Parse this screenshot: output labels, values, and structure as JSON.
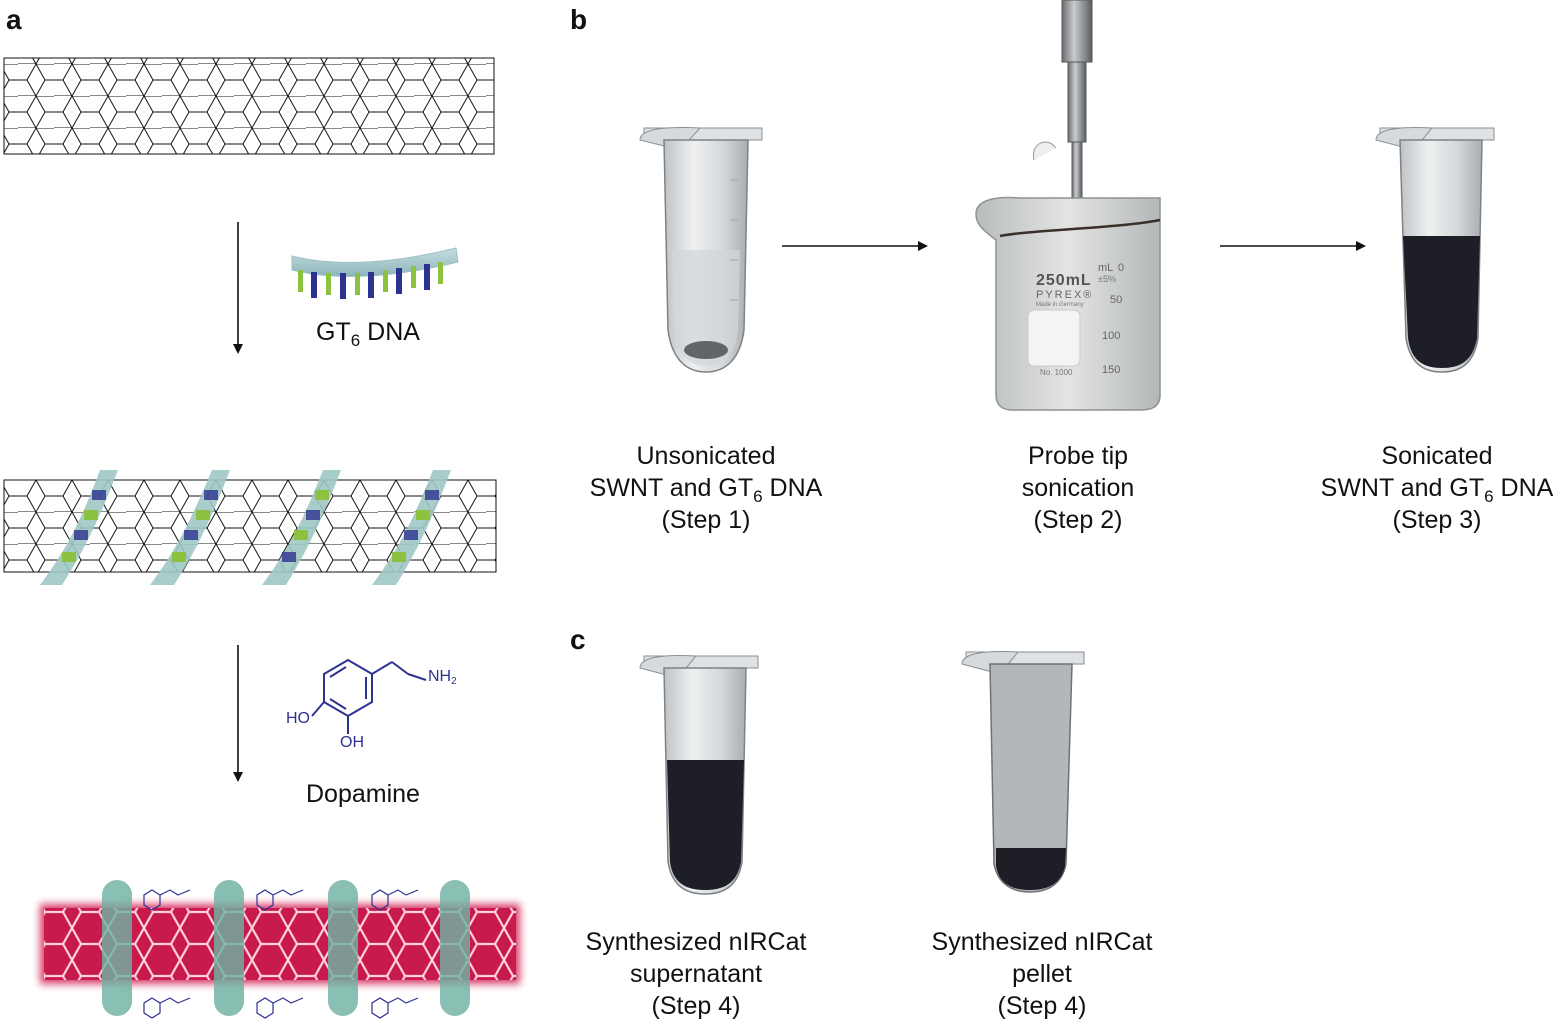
{
  "panels": {
    "a": "a",
    "b": "b",
    "c": "c"
  },
  "panel_a": {
    "dna_label": {
      "main": "GT",
      "sub": "6",
      "rest": " DNA"
    },
    "dopamine_label": "Dopamine",
    "dopamine_structure": {
      "nh2_main": "NH",
      "nh2_sub": "2",
      "ho": "HO",
      "oh": "OH"
    }
  },
  "panel_b": {
    "step1": {
      "line1": "Unsonicated",
      "line2_main": "SWNT and  GT",
      "line2_sub": "6",
      "line2_rest": " DNA",
      "line3": "(Step 1)"
    },
    "step2": {
      "line1": "Probe tip",
      "line2": "sonication",
      "line3": "(Step 2)"
    },
    "step3": {
      "line1": "Sonicated",
      "line2_main": "SWNT and GT",
      "line2_sub": "6",
      "line2_rest": " DNA",
      "line3": "(Step 3)"
    },
    "beaker": {
      "volume": "250mL",
      "brand": "PYREX®",
      "origin": "Made in Germany",
      "unit": "mL",
      "tol": "±5%",
      "ticks": [
        "0",
        "50",
        "100",
        "150"
      ],
      "number": "No. 1000"
    }
  },
  "panel_c": {
    "step4a": {
      "line1": "Synthesized nIRCat",
      "line2": "supernatant",
      "line3": "(Step 4)"
    },
    "step4b": {
      "line1": "Synthesized nIRCat",
      "line2": "pellet",
      "line3": "(Step 4)"
    }
  },
  "colors": {
    "tube_liquid_dark": "#1d1e26",
    "nanotube_red": "#d21f53",
    "dna_blue": "#2d3290",
    "dna_green": "#8cc23f",
    "wrap_teal": "#5fa89a"
  }
}
